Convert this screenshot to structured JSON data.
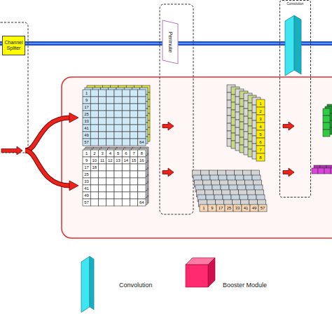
{
  "diagram": {
    "nodes": [
      {
        "text": [
          "Channel Spliter"
        ]
      },
      {
        "text": [
          "Permute"
        ]
      },
      {
        "text": [
          "Convolution"
        ]
      }
    ],
    "labels": [
      "1",
      "9",
      "17",
      "25",
      "33",
      "41",
      "49",
      "57",
      "64",
      "1",
      "2",
      "3",
      "4",
      "5",
      "6",
      "7",
      "8",
      "9",
      "10",
      "11",
      "12",
      "13",
      "14",
      "15",
      "16",
      "17",
      "18",
      "25",
      "33",
      "41",
      "49",
      "57",
      "64",
      "1",
      "2",
      "3",
      "4",
      "5",
      "6",
      "7",
      "8",
      "1",
      "9",
      "17",
      "25",
      "33",
      "41",
      "49",
      "57"
    ],
    "legend": [
      {
        "text": "Convolution"
      },
      {
        "text": "Booster Module"
      }
    ]
  }
}
